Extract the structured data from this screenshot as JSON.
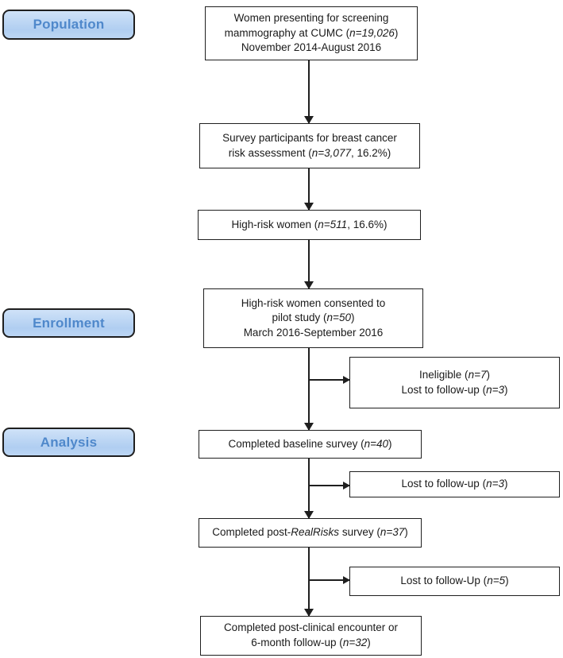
{
  "colors": {
    "page_bg": "#ffffff",
    "label_fill_top": "#cfe2f8",
    "label_fill_bottom": "#b0cef1",
    "label_text": "#4f88cb",
    "label_border": "#1f1f1f",
    "box_border": "#1f1f1f",
    "box_fill": "#ffffff",
    "box_text": "#1a1a1a",
    "arrow": "#1f1f1f"
  },
  "stage_labels": [
    {
      "label": "Population"
    },
    {
      "label": "Enrollment"
    },
    {
      "label": "Analysis"
    }
  ],
  "flow_boxes": {
    "population": {
      "lines": [
        [
          {
            "t": "Women presenting for screening"
          }
        ],
        [
          {
            "t": "mammography at CUMC ("
          },
          {
            "t": "n=19,026",
            "i": true
          },
          {
            "t": ")"
          }
        ],
        [
          {
            "t": "November 2014-August 2016"
          }
        ]
      ]
    },
    "survey_participants": {
      "lines": [
        [
          {
            "t": "Survey participants for breast cancer"
          }
        ],
        [
          {
            "t": "risk assessment ("
          },
          {
            "t": "n=3,077",
            "i": true
          },
          {
            "t": ", 16.2%)"
          }
        ]
      ]
    },
    "high_risk_women": {
      "lines": [
        [
          {
            "t": "High-risk women ("
          },
          {
            "t": "n=511",
            "i": true
          },
          {
            "t": ", 16.6%)"
          }
        ]
      ]
    },
    "consented": {
      "lines": [
        [
          {
            "t": "High-risk women consented to"
          }
        ],
        [
          {
            "t": "pilot study ("
          },
          {
            "t": "n=50",
            "i": true
          },
          {
            "t": ")"
          }
        ],
        [
          {
            "t": "March 2016-September 2016"
          }
        ]
      ]
    },
    "ineligible_lost": {
      "lines": [
        [
          {
            "t": "Ineligible ("
          },
          {
            "t": "n=7",
            "i": true
          },
          {
            "t": ")"
          }
        ],
        [
          {
            "t": "Lost to follow-up ("
          },
          {
            "t": "n=3",
            "i": true
          },
          {
            "t": ")"
          }
        ]
      ]
    },
    "baseline_survey": {
      "lines": [
        [
          {
            "t": "Completed baseline survey ("
          },
          {
            "t": "n=40",
            "i": true
          },
          {
            "t": ")"
          }
        ]
      ]
    },
    "lost_followup_3": {
      "lines": [
        [
          {
            "t": "Lost to follow-up ("
          },
          {
            "t": "n=3",
            "i": true
          },
          {
            "t": ")"
          }
        ]
      ]
    },
    "post_realrisks_survey": {
      "lines": [
        [
          {
            "t": "Completed post-"
          },
          {
            "t": "RealRisks",
            "i": true
          },
          {
            "t": " survey ("
          },
          {
            "t": "n=37",
            "i": true
          },
          {
            "t": ")"
          }
        ]
      ]
    },
    "lost_followup_5": {
      "lines": [
        [
          {
            "t": "Lost to follow-Up ("
          },
          {
            "t": "n=5",
            "i": true
          },
          {
            "t": ")"
          }
        ]
      ]
    },
    "post_clinical": {
      "lines": [
        [
          {
            "t": "Completed post-clinical encounter or"
          }
        ],
        [
          {
            "t": "6-month follow-up ("
          },
          {
            "t": "n=32",
            "i": true
          },
          {
            "t": ")"
          }
        ]
      ]
    }
  }
}
